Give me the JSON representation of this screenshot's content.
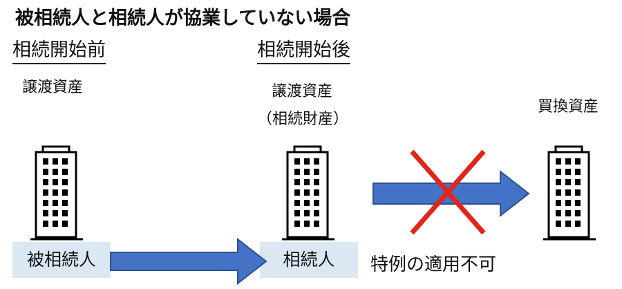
{
  "title": "被相続人と相続人が協業していない場合",
  "sections": {
    "before": {
      "heading": "相続開始前",
      "asset_label": "譲渡資産"
    },
    "after": {
      "heading": "相続開始後",
      "asset_label": "譲渡資産",
      "asset_sublabel": "（相続財産）"
    },
    "replacement": {
      "asset_label": "買換資産"
    }
  },
  "people": {
    "decedent": "被相続人",
    "heir": "相続人"
  },
  "note": "特例の適用不可",
  "colors": {
    "arrow_fill": "#4472c4",
    "arrow_stroke": "#2f4f8f",
    "cross": "#e3241b",
    "person_bg": "#dbe8f4",
    "building": "#000000"
  },
  "icons": {
    "building": "building-icon",
    "arrow": "right-arrow",
    "cross": "x-mark-icon"
  }
}
